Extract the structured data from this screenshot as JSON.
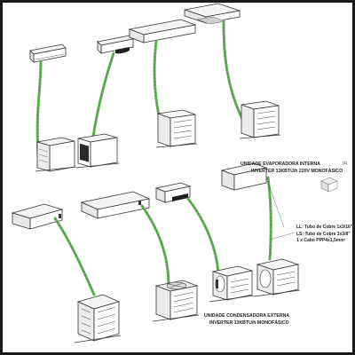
{
  "labels": {
    "evaporator_line1": "UNIDADE EVAPORADORA INTERNA",
    "evaporator_superscript": "(1)",
    "evaporator_line2": "INVERTER 13KBTU/h 220V MONOFÁSICO",
    "pipe_liquid": "LL: Tubo de Cobre 1x3/16\"",
    "pipe_suction": "LS: Tubo de Cobre 1x3/8\"",
    "pipe_cable": "1 x Cabo PPP4x1,5mm²",
    "condenser_line1": "UNIDADE CONDENSADORA EXTERNA",
    "condenser_line2": "INVERTER 13KBTU/h MONOFÁSICO"
  },
  "colors": {
    "pipe": "#66b35a",
    "pipe_dark": "#3f8a3a",
    "unit_fill": "#ffffff",
    "unit_stroke": "#333333",
    "grille": "#444444",
    "frame": "#1a1a1a"
  }
}
